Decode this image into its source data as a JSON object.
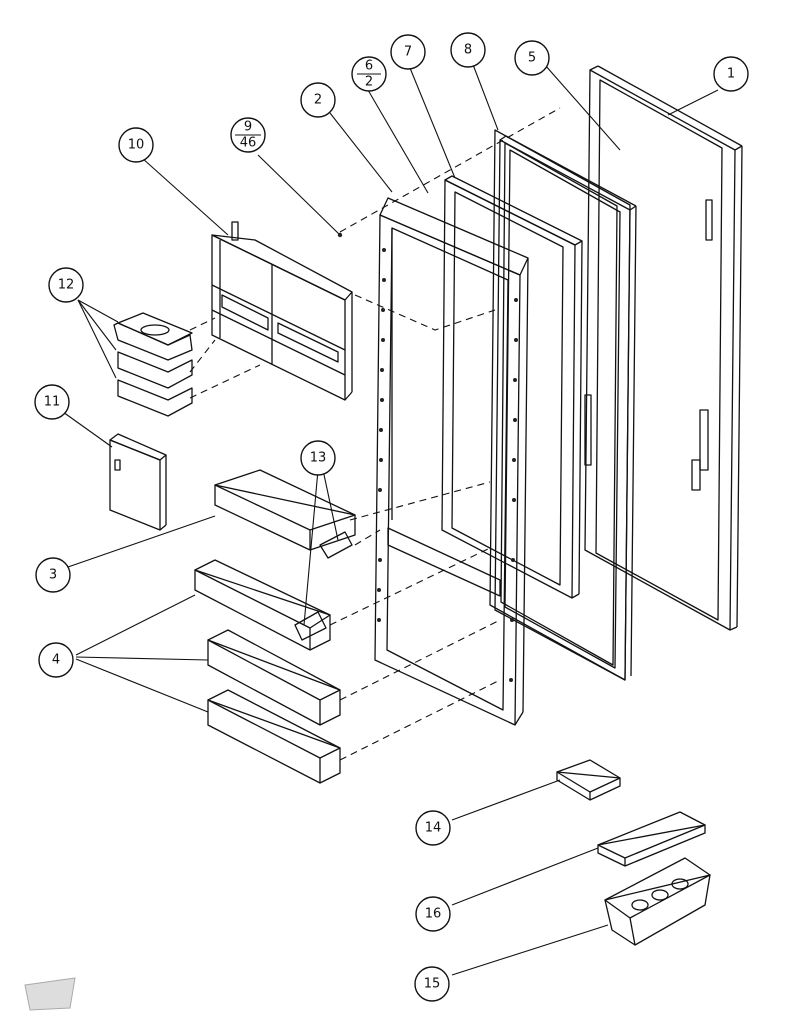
{
  "diagram": {
    "callouts": [
      {
        "id": "c1",
        "label": "1"
      },
      {
        "id": "c2",
        "label": "2"
      },
      {
        "id": "c3",
        "label": "3"
      },
      {
        "id": "c4",
        "label": "4"
      },
      {
        "id": "c5",
        "label": "5"
      },
      {
        "id": "c6",
        "top": "6",
        "bottom": "2"
      },
      {
        "id": "c7",
        "label": "7"
      },
      {
        "id": "c8",
        "label": "8"
      },
      {
        "id": "c9",
        "top": "9",
        "bottom": "46"
      },
      {
        "id": "c10",
        "label": "10"
      },
      {
        "id": "c11",
        "label": "11"
      },
      {
        "id": "c12",
        "label": "12"
      },
      {
        "id": "c13",
        "label": "13"
      },
      {
        "id": "c14",
        "label": "14"
      },
      {
        "id": "c15",
        "label": "15"
      },
      {
        "id": "c16",
        "label": "16"
      }
    ]
  }
}
